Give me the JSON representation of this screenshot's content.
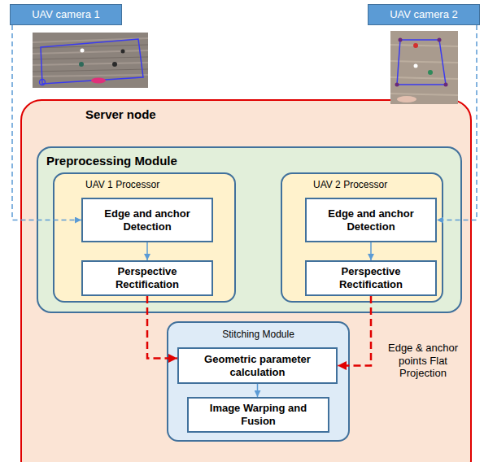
{
  "diagram": {
    "nodes": [
      {
        "text": [
          "UAV camera 1"
        ]
      },
      {
        "text": [
          "UAV camera 2"
        ]
      },
      {
        "text": [
          "Server node"
        ]
      },
      {
        "text": [
          "Preprocessing Module"
        ],
        "in": 2
      },
      {
        "text": [
          "UAV 1 Processor"
        ],
        "in": 3
      },
      {
        "text": [
          "Edge and anchor Detection"
        ],
        "in": 4
      },
      {
        "text": [
          "Perspective Rectification"
        ],
        "in": 4
      },
      {
        "text": [
          "UAV 2 Processor"
        ],
        "in": 3
      },
      {
        "text": [
          "Edge and anchor Detection"
        ],
        "in": 7
      },
      {
        "text": [
          "Perspective Rectification"
        ],
        "in": 7
      },
      {
        "text": [
          "Stitching Module"
        ],
        "in": 2
      },
      {
        "text": [
          "Geometric parameter calculation"
        ],
        "in": 10
      },
      {
        "text": [
          "Image Warping and Fusion"
        ],
        "in": 10
      }
    ],
    "edges": [
      {
        "from": 0,
        "to": 5,
        "arrow": "to"
      },
      {
        "from": 1,
        "to": 8,
        "arrow": "to"
      },
      {
        "from": 5,
        "to": 6,
        "arrow": "to"
      },
      {
        "from": 8,
        "to": 9,
        "arrow": "to"
      },
      {
        "from": 6,
        "to": 11,
        "arrow": "to"
      },
      {
        "from": 9,
        "to": 11,
        "arrow": "to",
        "label": "Edge & anchor points Flat Projection"
      },
      {
        "from": 11,
        "to": 12,
        "arrow": "to"
      }
    ]
  }
}
